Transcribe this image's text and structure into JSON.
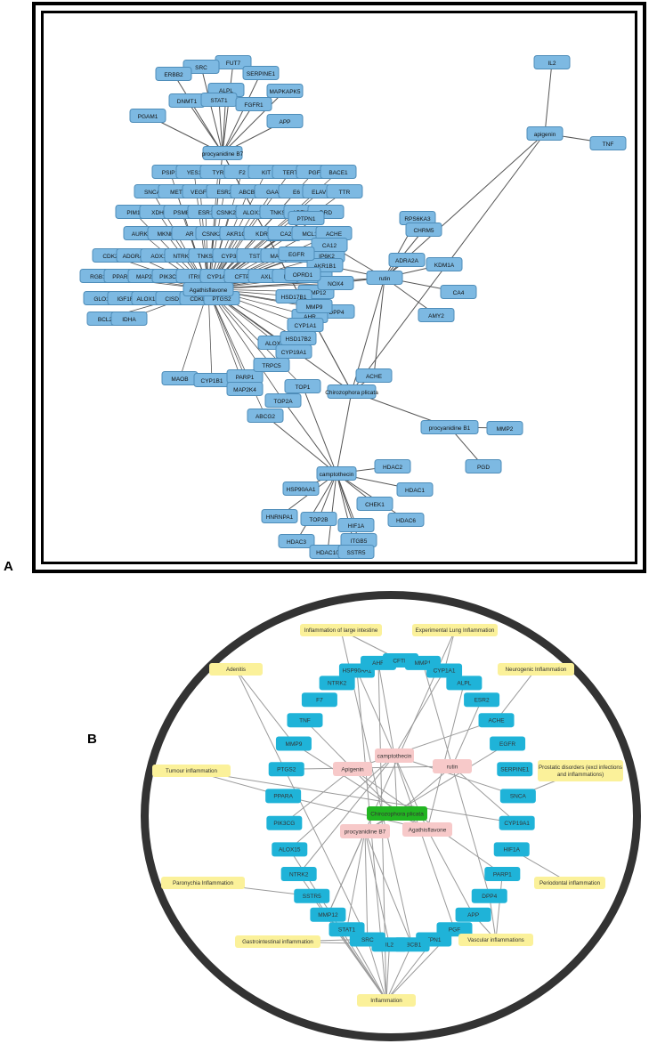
{
  "panel_labels": {
    "a": "A",
    "b": "B"
  },
  "colors": {
    "gene_a": "#7db9e2",
    "gene_a_stroke": "#4e8db9",
    "gene_b": "#1fb3d8",
    "compound_b": "#f7c9c9",
    "plant_b": "#22b522",
    "disease_b": "#fbf19a",
    "edge_a": "#555555",
    "edge_b": "#9a9a9a"
  },
  "panel_a": {
    "hubs": {
      "procyanidine_b7": "procyanidine B7",
      "agathisflavone": "Agathisflavone",
      "rutin": "rutin",
      "apigenin": "apigenin",
      "chiococca": "Chirozophora plicata",
      "procyanidine_b1": "procyanidine B1",
      "camptothecin": "camptothecin"
    },
    "genes": {
      "b7": [
        "FUT7",
        "SRC",
        "ERBB2",
        "SERPINE1",
        "ALPL",
        "DNMT1",
        "STAT1",
        "MAPKAPK5",
        "FGFR1",
        "PGAM1",
        "APP"
      ],
      "cluster": [
        "PSIP1",
        "YES1",
        "TYR",
        "F2",
        "KIT",
        "TERT",
        "PGF",
        "BACE1",
        "SNCA",
        "MET",
        "VEGFA",
        "ESR2",
        "ABCB1",
        "GAA",
        "E6",
        "ELAVL",
        "TTR",
        "PIM1",
        "XDH",
        "PSMB",
        "ESR1",
        "CSNK2A1",
        "ALOX12",
        "TNKS",
        "APEX1",
        "DRD",
        "LCK",
        "AURKB",
        "MKNK",
        "AR",
        "CSNK2A",
        "AKR1C3",
        "KDR",
        "CA2",
        "MCL1",
        "ACHE",
        "CDK2",
        "ADORA3",
        "AOX1",
        "NTRK2",
        "TNKS2",
        "CYP3F",
        "TST",
        "MAOA",
        "PTPR",
        "IP6K2",
        "RGB1",
        "PPARA",
        "MAP2K",
        "PIK3CG",
        "ITRI",
        "CYP1A2",
        "CFTP",
        "AXL",
        "FLT3",
        "CBR1",
        "GLO1",
        "IGF1R",
        "ALOX15B",
        "CISD1",
        "CDKL",
        "PTGS2",
        "MAOB",
        "CYP1B1",
        "PARP1",
        "MAP2K4",
        "BCL2",
        "IDHA",
        "MMP12",
        "HSD17B1",
        "CA12",
        "AKR1B1",
        "NOX4",
        "DPP4",
        "AHR",
        "CYP1A1",
        "ALOX15",
        "MMP9",
        "TRPC5",
        "HSD17B2",
        "OPRD1",
        "PTPN1",
        "EGFR",
        "CYP19A1",
        "ABCG2",
        "TOP1",
        "TOP2A"
      ],
      "rutin": [
        "RPS6KA3",
        "CHRM5",
        "ADRA2A",
        "KDM1A",
        "CA4",
        "AMY2",
        "ACHE"
      ],
      "apigenin": [
        "IL2",
        "TNF"
      ],
      "b1": [
        "MMP2",
        "PGD"
      ],
      "campto": [
        "HDAC2",
        "HSP90AA1",
        "HDAC1",
        "HNRNPA1",
        "CHEK1",
        "TOP2B",
        "HIF1A",
        "HDAC6",
        "ITGB5",
        "HDAC3",
        "HDAC10",
        "SSTR5"
      ]
    }
  },
  "panel_b": {
    "center": "Chirozophora plicata",
    "compounds": [
      "camptothecin",
      "Apigenin",
      "rutin",
      "procyanidine B7",
      "Agathisflavone"
    ],
    "ring_genes": [
      "NTRK2",
      "HSP90AA1",
      "AHR",
      "CFTR",
      "MMP1",
      "CYP1A1",
      "ALPL",
      "ESR2",
      "ACHE",
      "EGFR",
      "SERPINE1",
      "SNCA",
      "CYP19A1",
      "HIF1A",
      "PARP1",
      "DPP4",
      "APP",
      "PGF",
      "TPN1",
      "ABCB1",
      "IL2",
      "SRC",
      "STAT1",
      "MMP12",
      "SSTR5",
      "NTRK2",
      "ALOX15",
      "PIK3CG",
      "PPARA",
      "PTGS2",
      "MMP9",
      "TNF",
      "F7"
    ],
    "diseases": [
      "Inflammation of large intestine",
      "Experimental Lung Inflammation",
      "Adenitis",
      "Neurogenic Inflammation",
      "Tumour inflammation",
      "Prostatic disorders (excl infections and inflammations)",
      "Paronychia Inflammation",
      "Periodontal inflammation",
      "Gastrointestinal inflammation",
      "Vascular inflammations",
      "Inflammation"
    ]
  }
}
